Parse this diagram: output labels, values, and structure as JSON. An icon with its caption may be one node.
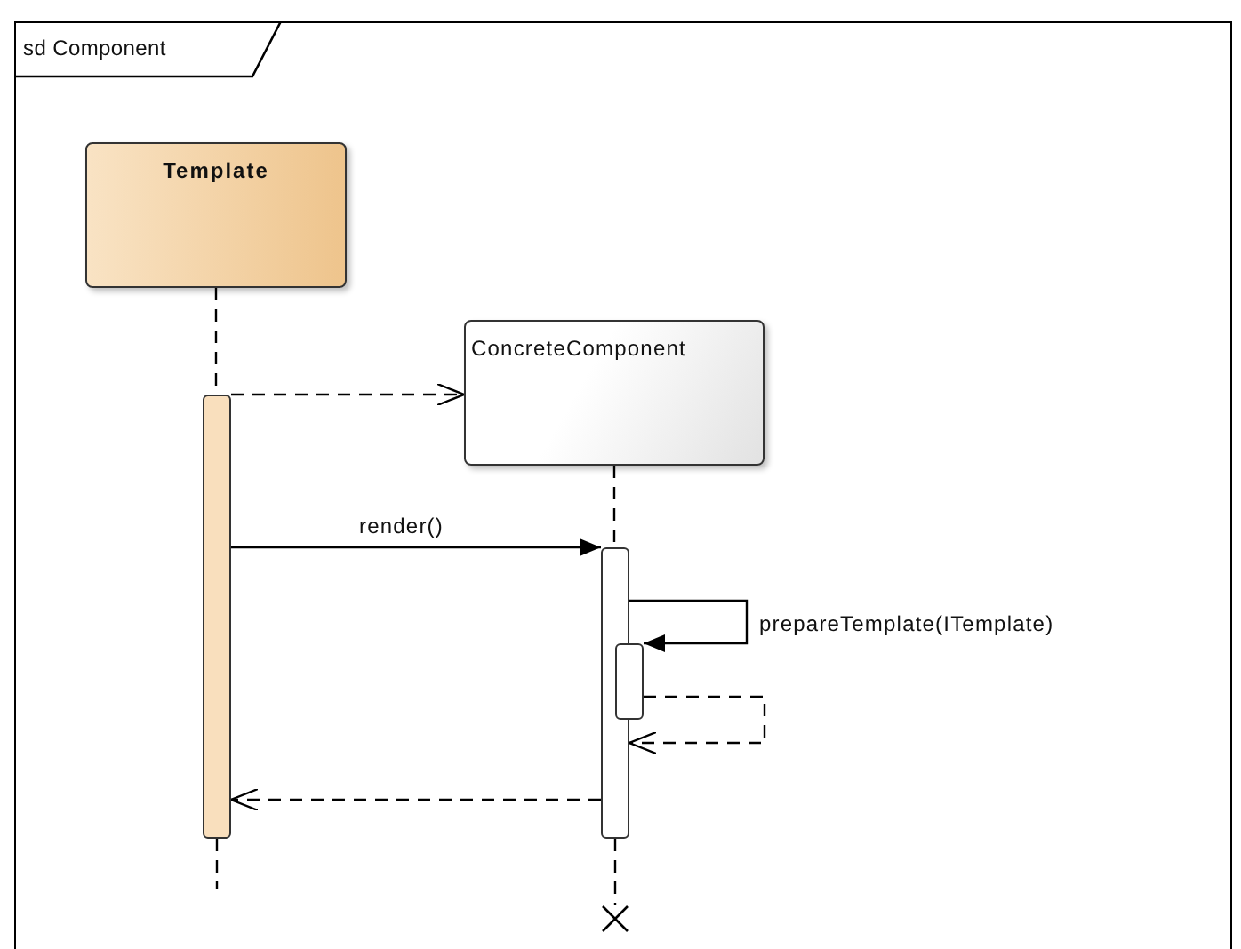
{
  "diagram": {
    "nodes": [
      {
        "text": [
          "sd Component"
        ]
      },
      {
        "text": [
          "Template"
        ],
        "in": 0
      },
      {
        "text": [
          "ConcreteComponent"
        ],
        "in": 0
      },
      {
        "text": [],
        "shape": "bar",
        "in": 0
      },
      {
        "text": [],
        "shape": "bar",
        "in": 0
      },
      {
        "text": [],
        "shape": "bar",
        "in": 0
      },
      {
        "text": [],
        "shape": "cross",
        "in": 0
      }
    ],
    "edges": [
      {
        "from": 1,
        "to": 3,
        "arrow": "none",
        "style": "dashed"
      },
      {
        "from": 3,
        "to": 2,
        "arrow": "to",
        "style": "dashed"
      },
      {
        "from": 2,
        "to": 4,
        "arrow": "none",
        "style": "dashed"
      },
      {
        "from": 3,
        "to": 4,
        "arrow": "to",
        "label": "render()"
      },
      {
        "from": 4,
        "to": 5,
        "arrow": "to",
        "label": "prepareTemplate(ITemplate)"
      },
      {
        "from": 5,
        "to": 4,
        "arrow": "to",
        "style": "dashed"
      },
      {
        "from": 4,
        "to": 3,
        "arrow": "to",
        "style": "dashed"
      },
      {
        "from": 3,
        "to": null,
        "arrow": "none",
        "style": "dashed"
      },
      {
        "from": 4,
        "to": 6,
        "arrow": "none",
        "style": "dashed"
      }
    ]
  }
}
